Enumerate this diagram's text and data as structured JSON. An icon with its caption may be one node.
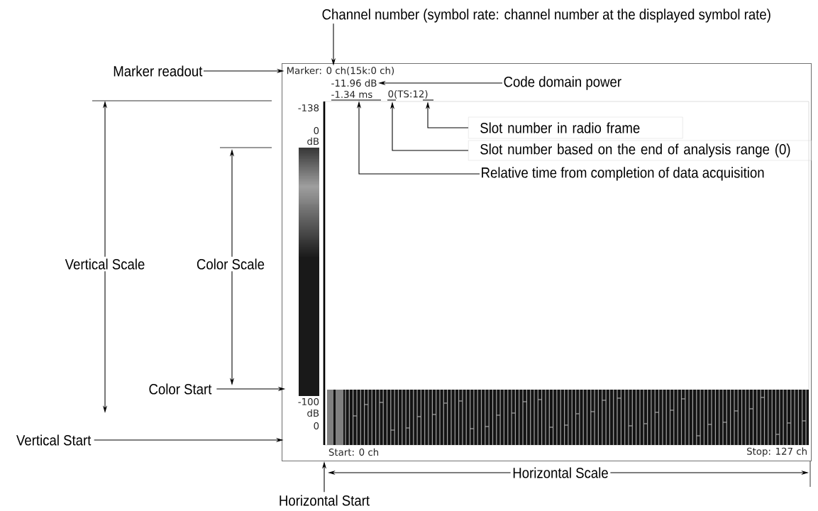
{
  "diagram": {
    "nodes": [
      {
        "text": [
          "Channel number (symbol rate: channel number at the displayed symbol rate)"
        ]
      },
      {
        "text": [
          "Marker readout"
        ]
      },
      {
        "text": [
          "Code domain power"
        ],
        "in": 9
      },
      {
        "text": [
          "Slot number in radio frame"
        ],
        "in": 9
      },
      {
        "text": [
          "Slot number based on the end of analysis range (0)"
        ],
        "in": 9
      },
      {
        "text": [
          "Relative time from completion of data acquisition"
        ],
        "in": 9
      },
      {
        "text": [
          "Color Start"
        ]
      },
      {
        "text": [
          "Vertical Start"
        ]
      },
      {
        "text": [
          "Horizontal Start"
        ]
      },
      {
        "text": [],
        "shape": "box"
      },
      {
        "text": [
          "Marker: 0 ch(15k:0 ch)"
        ],
        "in": 9
      },
      {
        "text": [
          "-11.96 dB"
        ],
        "in": 9
      },
      {
        "text": [
          "-1.34 ms"
        ],
        "in": 9
      },
      {
        "text": [
          "0(TS:12)"
        ],
        "in": 9
      }
    ],
    "edges": [
      {
        "from": 0,
        "to": 10,
        "arrow": "to"
      },
      {
        "from": 1,
        "to": 10,
        "arrow": "to"
      },
      {
        "from": 2,
        "to": 11,
        "arrow": "to"
      },
      {
        "from": 3,
        "to": 13,
        "arrow": "to"
      },
      {
        "from": 4,
        "to": 13,
        "arrow": "to"
      },
      {
        "from": 5,
        "to": 12,
        "arrow": "to"
      },
      {
        "from": 6,
        "to": 9,
        "arrow": "to"
      },
      {
        "from": 7,
        "to": 9,
        "arrow": "to"
      },
      {
        "from": 8,
        "to": 9,
        "arrow": "to"
      }
    ],
    "labels": [
      "Vertical Scale",
      "Color Scale",
      "-138",
      "0",
      "dB",
      "-100",
      "dB",
      "0",
      "Start: 0 ch",
      "Stop: 127 ch",
      "Horizontal Scale"
    ]
  }
}
